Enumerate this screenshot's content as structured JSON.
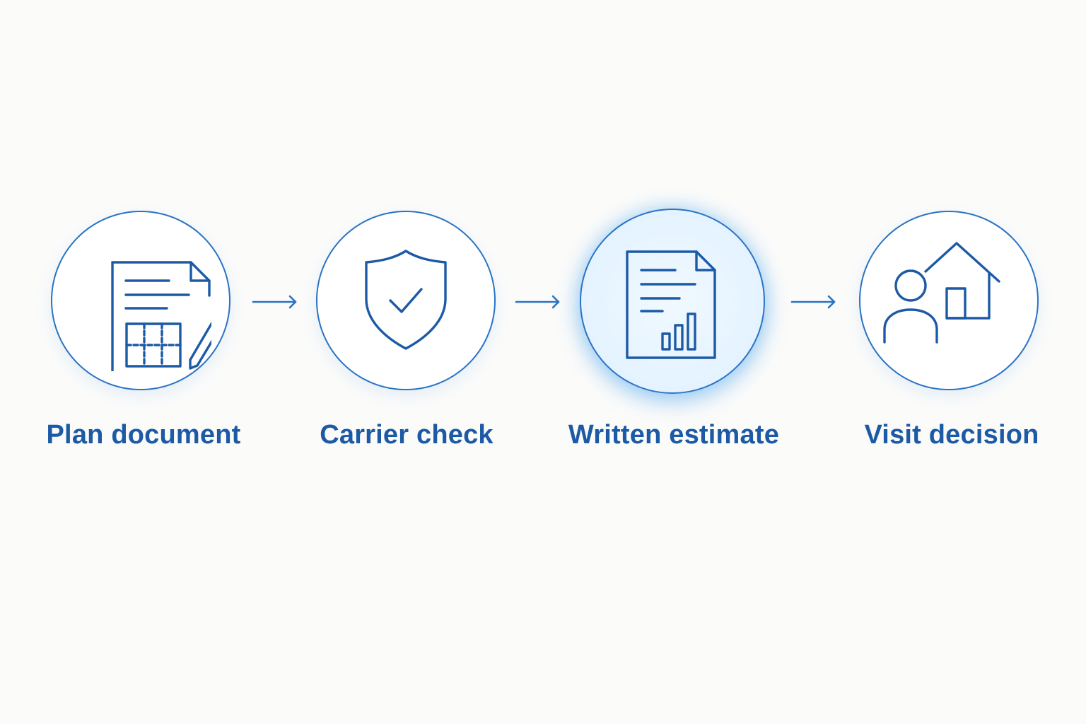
{
  "steps": [
    {
      "label": "Plan document",
      "icon": "plan-document-icon"
    },
    {
      "label": "Carrier check",
      "icon": "shield-check-icon"
    },
    {
      "label": "Written estimate",
      "icon": "estimate-document-icon"
    },
    {
      "label": "Visit decision",
      "icon": "person-house-icon"
    }
  ],
  "colors": {
    "accent": "#1c5aa6",
    "stroke": "#2a73c4",
    "background": "#fbfbfa",
    "highlight": "#e4f3ff"
  }
}
